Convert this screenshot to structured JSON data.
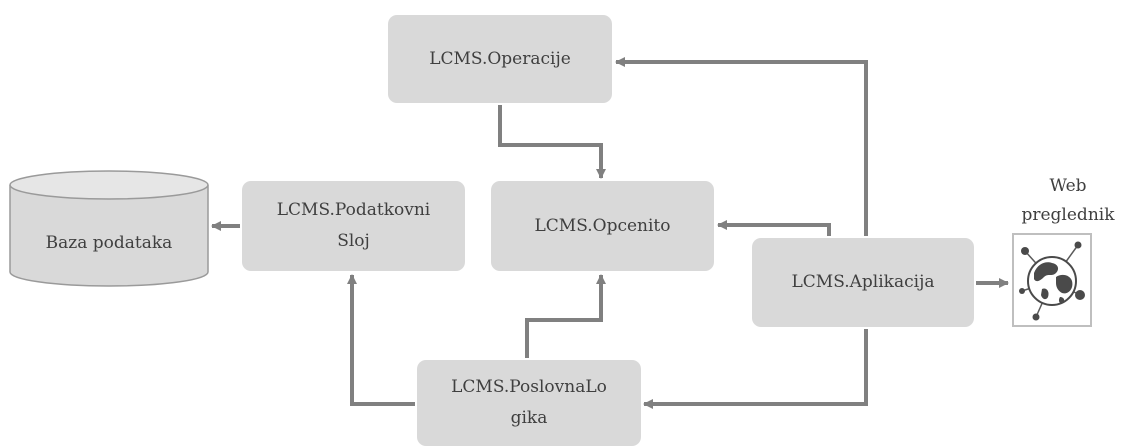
{
  "nodes": {
    "operacije": "LCMS.Operacije",
    "opcenito": "LCMS.Opcenito",
    "podatkovni_line1": "LCMS.Podatkovni",
    "podatkovni_line2": "Sloj",
    "aplikacija": "LCMS.Aplikacija",
    "poslovna_line1": "LCMS.PoslovnaLo",
    "poslovna_line2": "gika"
  },
  "database": {
    "label": "Baza podataka"
  },
  "web_browser": {
    "line1": "Web",
    "line2": "preglednik",
    "icon": "globe-network-icon"
  },
  "colors": {
    "node_fill": "#d9d9d9",
    "arrow": "#808080",
    "text": "#3f3f3f",
    "db_fill": "#d9d9d9",
    "db_stroke": "#9a9a9a"
  }
}
